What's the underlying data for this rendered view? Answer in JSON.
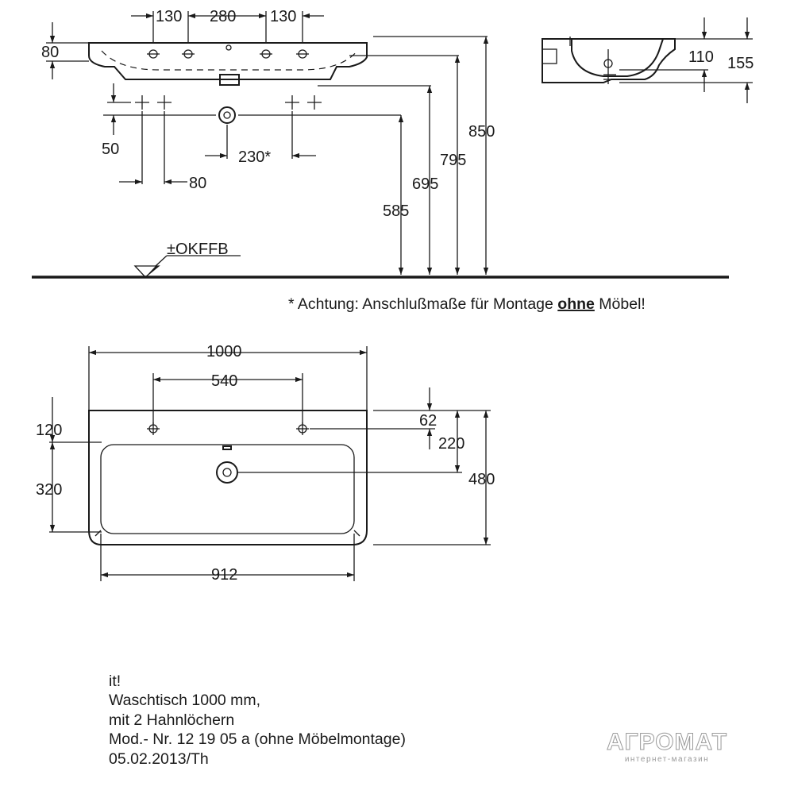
{
  "front_view": {
    "dims": {
      "tap_left": "130",
      "tap_mid": "280",
      "tap_right": "130",
      "rim_height": "80",
      "supply_vertical": "50",
      "supply_horizontal": "80",
      "drain_offset": "230*",
      "h_585": "585",
      "h_695": "695",
      "h_795": "795",
      "h_850": "850"
    },
    "floor_label": "±OKFFB"
  },
  "side_view": {
    "dims": {
      "inner": "110",
      "outer": "155"
    }
  },
  "note": {
    "prefix": "* Achtung: Anschlußmaße für Montage ",
    "bold": "ohne",
    "suffix": " Möbel!"
  },
  "top_view": {
    "dims": {
      "width": "1000",
      "tap_spacing": "540",
      "front_depth": "120",
      "bowl_depth": "320",
      "bowl_width": "912",
      "tap_from_back": "62",
      "drain_from_back": "220",
      "depth": "480"
    }
  },
  "info": {
    "line1": "it!",
    "line2": "Waschtisch 1000 mm,",
    "line3": "mit 2 Hahnlöchern",
    "line4": "Mod.- Nr. 12 19 05 a (ohne Möbelmontage)",
    "line5": "05.02.2013/Th"
  },
  "logo": {
    "name": "АГРОМАТ",
    "tagline": "интернет-магазин"
  }
}
